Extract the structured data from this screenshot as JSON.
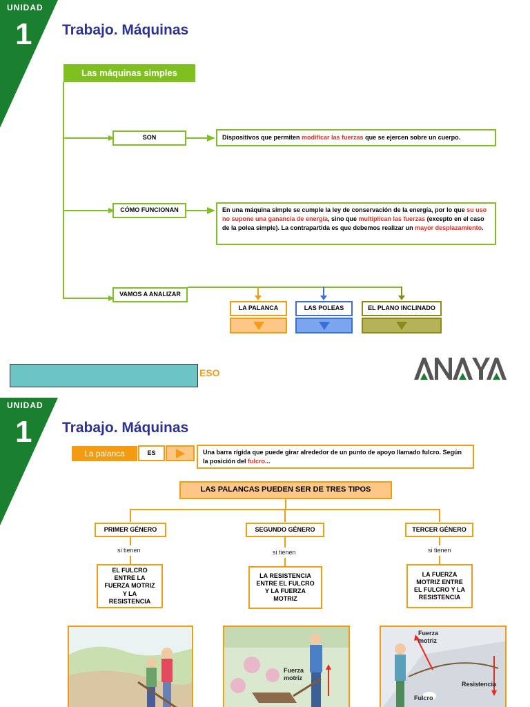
{
  "slide1": {
    "unit_label": "UNIDAD",
    "unit_number": "1",
    "title": "Trabajo. Máquinas",
    "header_box": "Las máquinas simples",
    "son_label": "SON",
    "son_text": {
      "part1": "Dispositivos que permiten ",
      "highlight": "modificar las fuerzas",
      "part2": " que se ejercen sobre un cuerpo."
    },
    "como_label": "CÓMO FUNCIONAN",
    "como_text": {
      "part1": "En una máquina simple se cumple la ley de conservación de la energía, por lo que ",
      "highlight1": "su uso no supone una ganancia de energía",
      "part2": ", sino que ",
      "highlight2": "multiplican las fuerzas",
      "part3": " (excepto en el caso de la polea simple). La contrapartida es que debemos realizar un ",
      "highlight3": "mayor desplazamiento",
      "part4": "."
    },
    "analizar_label": "VAMOS A ANALIZAR",
    "items": [
      {
        "label": "LA PALANCA",
        "color": "#f39c12",
        "fill": "#fdc887"
      },
      {
        "label": "LAS POLEAS",
        "color": "#3b6fd6",
        "fill": "#7aa6ee"
      },
      {
        "label": "EL PLANO INCLINADO",
        "color": "#8a8a1a",
        "fill": "#b5b25a"
      }
    ],
    "footer_eso": "ESO",
    "brand": "ANAYA"
  },
  "slide2": {
    "unit_label": "UNIDAD",
    "unit_number": "1",
    "title": "Trabajo. Máquinas",
    "palanca_label": "La palanca",
    "es_label": "ES",
    "def_text": {
      "part1": "Una barra rígida que puede girar alrededor de un punto de apoyo llamado fulcro. Según la posición del ",
      "highlight": "fulcro",
      "part2": "..."
    },
    "types_header": "LAS PALANCAS PUEDEN SER DE TRES TIPOS",
    "connector": "si tienen",
    "genres": [
      {
        "name": "PRIMER GÉNERO",
        "desc": "EL FULCRO ENTRE LA FUERZA MOTRIZ Y LA RESISTENCIA"
      },
      {
        "name": "SEGUNDO GÉNERO",
        "desc": "LA RESISTENCIA ENTRE EL FULCRO Y LA FUERZA MOTRIZ"
      },
      {
        "name": "TERCER GÉNERO",
        "desc": "LA FUERZA MOTRIZ ENTRE EL FULCRO Y LA RESISTENCIA"
      }
    ],
    "img2_labels": {
      "fuerza": "Fuerza motriz"
    },
    "img3_labels": {
      "fuerza": "Fuerza motriz",
      "resistencia": "Resistencia",
      "fulcro": "Fulcro"
    }
  }
}
